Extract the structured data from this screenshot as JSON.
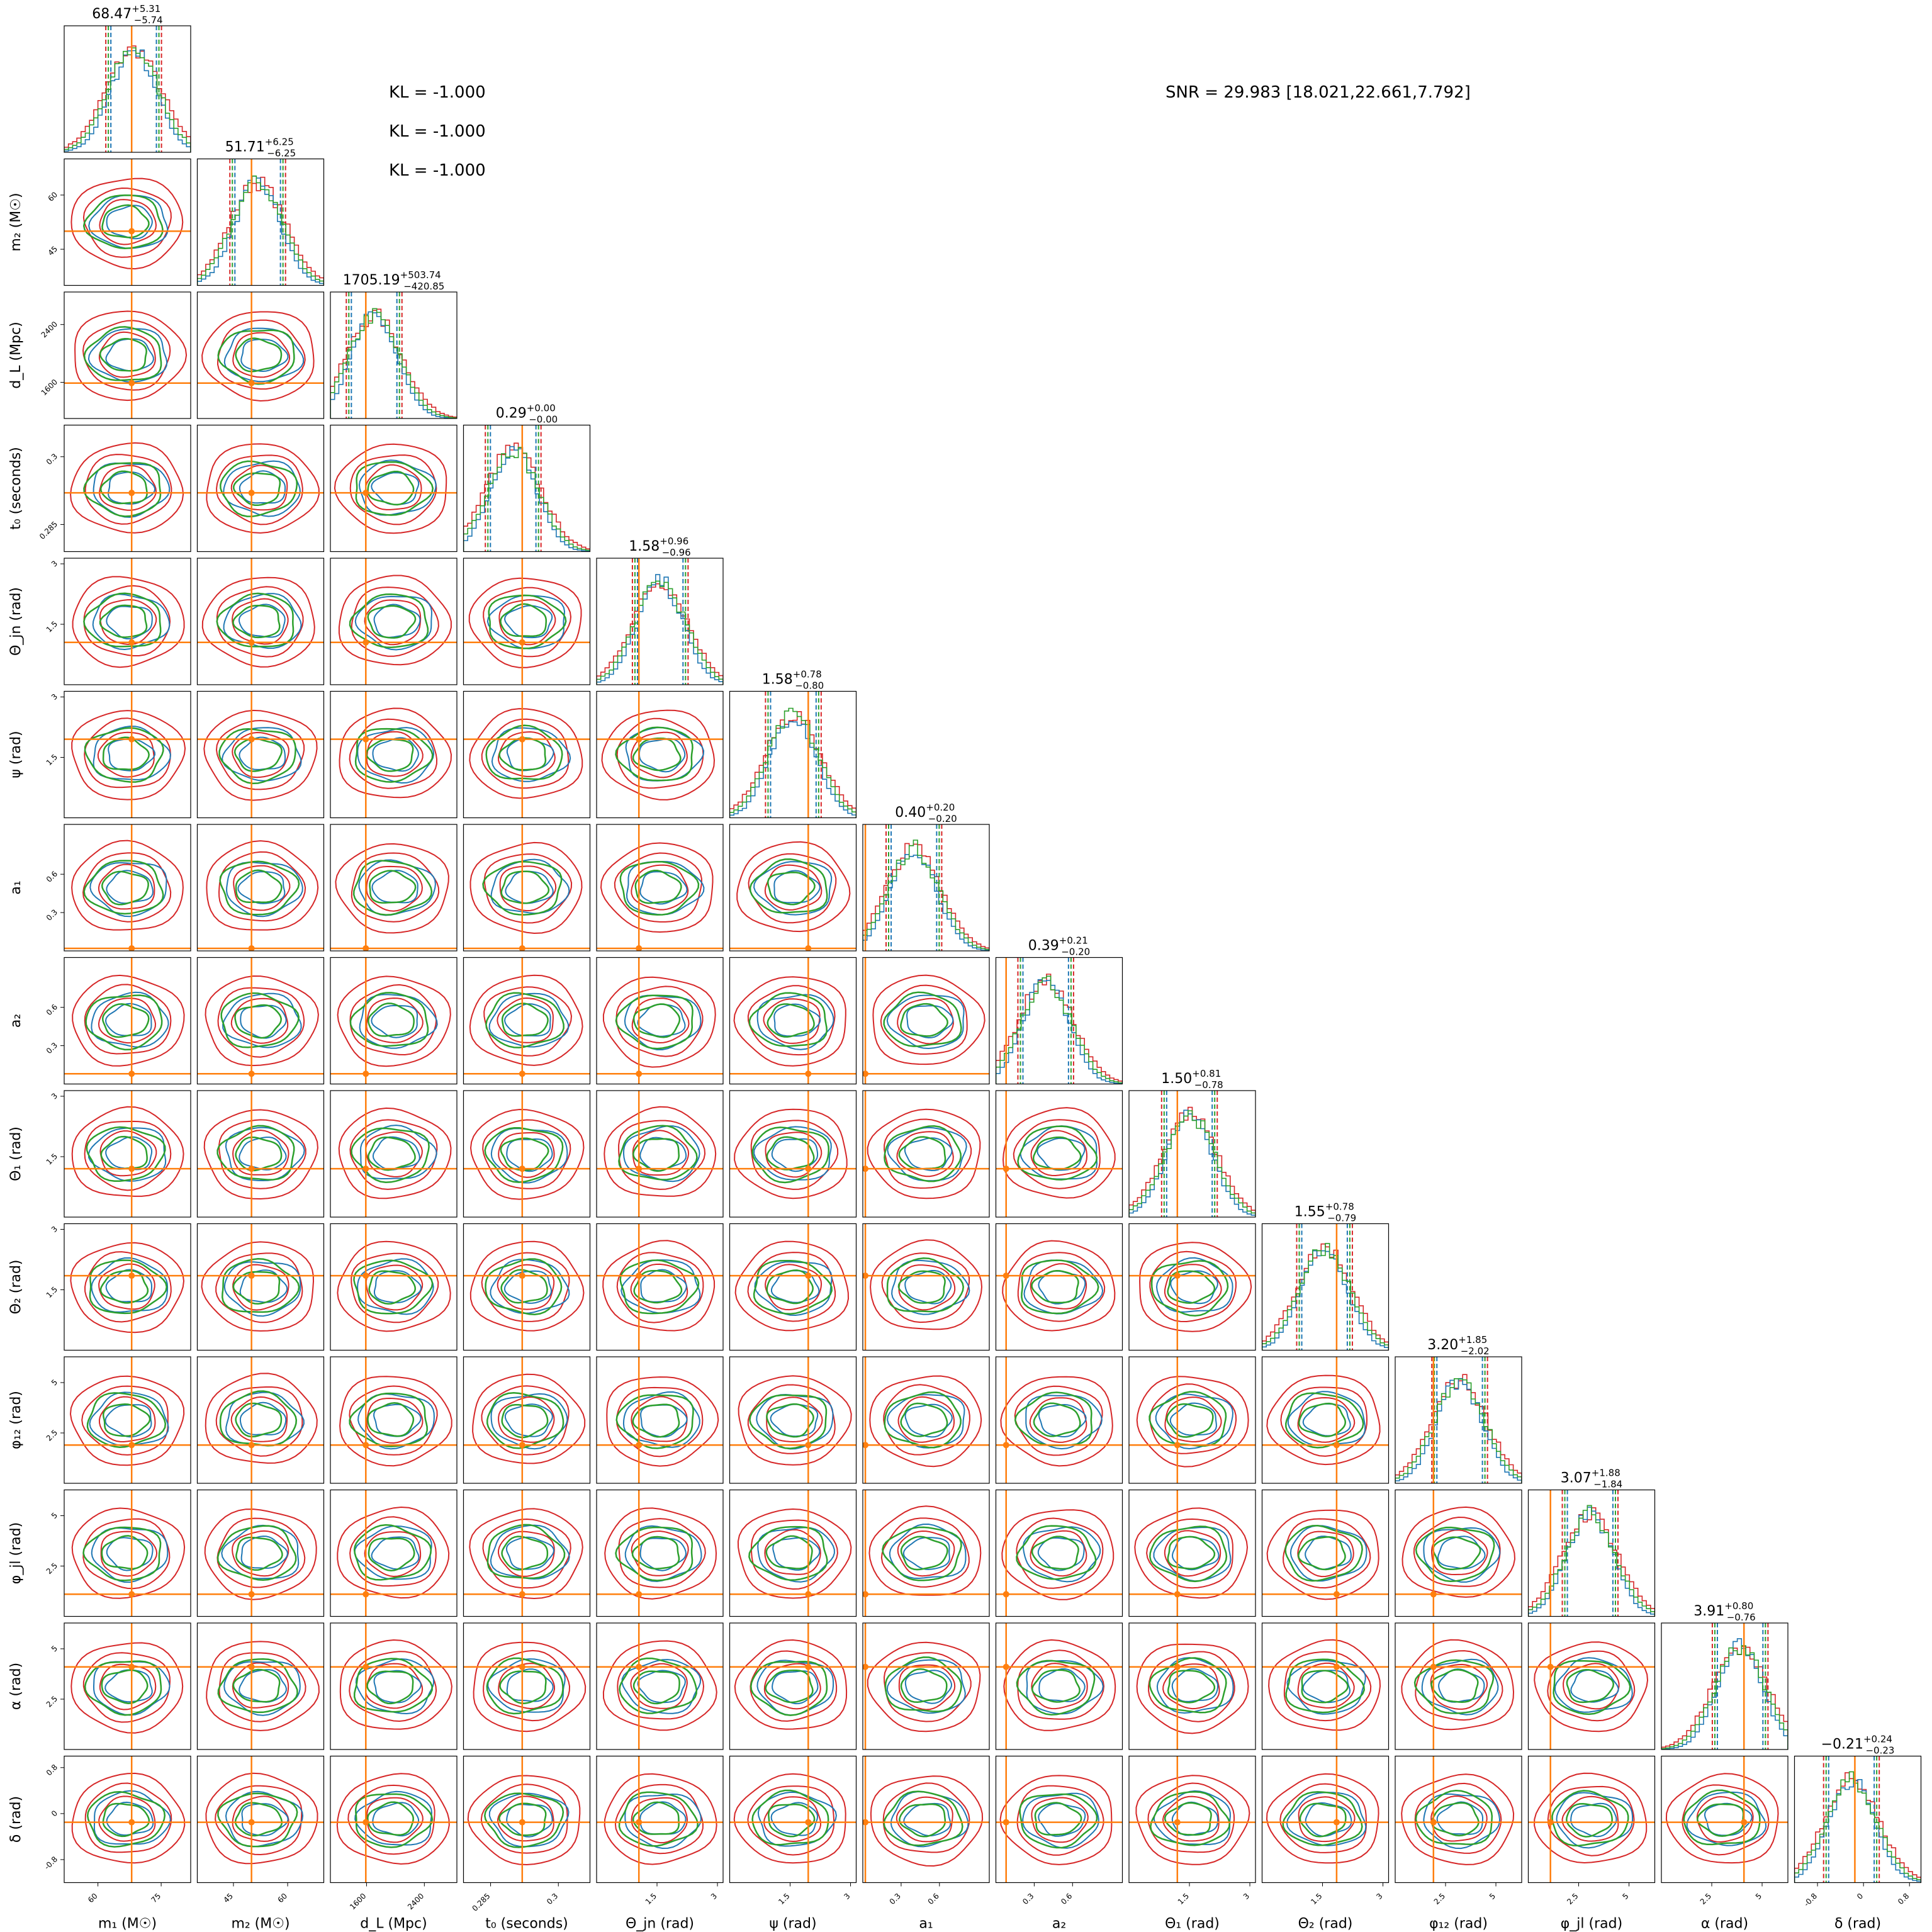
{
  "annotations": {
    "kl": [
      "KL = -1.000",
      "KL = -1.000",
      "KL = -1.000"
    ],
    "snr": "SNR = 29.983 [18.021,22.661,7.792]"
  },
  "colors": {
    "truth": "#ff7f0e",
    "run_a": "#1f77b4",
    "run_b": "#2ca02c",
    "run_c": "#d62728",
    "frame": "#000000"
  },
  "chart_data": {
    "type": "corner",
    "grid": false,
    "parameters": [
      {
        "label": "m1 (M☉)",
        "axis_label": "m₁ (M☉)",
        "range": [
          52,
          82
        ],
        "ticks": [
          60,
          75
        ],
        "truth": 68.0,
        "title": "68.47 +5.31/−5.74",
        "median": "68.47",
        "plus": "+5.31",
        "minus": "−5.74"
      },
      {
        "label": "m2 (M☉)",
        "axis_label": "m₂ (M☉)",
        "range": [
          35,
          70
        ],
        "ticks": [
          45,
          60
        ],
        "truth": 50.0,
        "title": "51.71 +6.25/−6.25",
        "median": "51.71",
        "plus": "+6.25",
        "minus": "−6.25"
      },
      {
        "label": "dL (Mpc)",
        "axis_label": "d_L (Mpc)",
        "range": [
          1100,
          2850
        ],
        "ticks": [
          1600,
          2400
        ],
        "truth": 1590,
        "title": "1705.19 +503.74/−420.85",
        "median": "1705.19",
        "plus": "+503.74",
        "minus": "−420.85"
      },
      {
        "label": "t0 (seconds)",
        "axis_label": "t₀ (seconds)",
        "range": [
          0.279,
          0.307
        ],
        "ticks": [
          0.285,
          0.3
        ],
        "truth": 0.292,
        "title": "0.29 +0.00/−0.00",
        "median": "0.29",
        "plus": "+0.00",
        "minus": "−0.00"
      },
      {
        "label": "Θjn (rad)",
        "axis_label": "Θ_jn (rad)",
        "range": [
          0,
          3.14
        ],
        "ticks": [
          1.5,
          3.0
        ],
        "truth": 1.05,
        "title": "1.58 +0.96/−0.96",
        "median": "1.58",
        "plus": "+0.96",
        "minus": "−0.96"
      },
      {
        "label": "ψ (rad)",
        "axis_label": "ψ (rad)",
        "range": [
          0,
          3.14
        ],
        "ticks": [
          1.5,
          3.0
        ],
        "truth": 1.95,
        "title": "1.58 +0.78/−0.80",
        "median": "1.58",
        "plus": "+0.78",
        "minus": "−0.80"
      },
      {
        "label": "a1",
        "axis_label": "a₁",
        "range": [
          0,
          0.99
        ],
        "ticks": [
          0.3,
          0.6
        ],
        "truth": 0.02,
        "title": "0.40 +0.20/−0.20",
        "median": "0.40",
        "plus": "+0.20",
        "minus": "−0.20"
      },
      {
        "label": "a2",
        "axis_label": "a₂",
        "range": [
          0,
          0.99
        ],
        "ticks": [
          0.3,
          0.6
        ],
        "truth": 0.08,
        "title": "0.39 +0.21/−0.20",
        "median": "0.39",
        "plus": "+0.21",
        "minus": "−0.20"
      },
      {
        "label": "Θ1 (rad)",
        "axis_label": "Θ₁ (rad)",
        "range": [
          0,
          3.14
        ],
        "ticks": [
          1.5,
          3.0
        ],
        "truth": 1.2,
        "title": "1.50 +0.81/−0.78",
        "median": "1.50",
        "plus": "+0.81",
        "minus": "−0.78"
      },
      {
        "label": "Θ2 (rad)",
        "axis_label": "Θ₂ (rad)",
        "range": [
          0,
          3.14
        ],
        "ticks": [
          1.5,
          3.0
        ],
        "truth": 1.85,
        "title": "1.55 +0.78/−0.79",
        "median": "1.55",
        "plus": "+0.78",
        "minus": "−0.79"
      },
      {
        "label": "φ12 (rad)",
        "axis_label": "φ₁₂ (rad)",
        "range": [
          0,
          6.28
        ],
        "ticks": [
          2.5,
          5.0
        ],
        "truth": 1.9,
        "title": "3.20 +1.85/−2.02",
        "median": "3.20",
        "plus": "+1.85",
        "minus": "−2.02"
      },
      {
        "label": "φjl (rad)",
        "axis_label": "φ_jl (rad)",
        "range": [
          0,
          6.28
        ],
        "ticks": [
          2.5,
          5.0
        ],
        "truth": 1.1,
        "title": "3.07 +1.88/−1.84",
        "median": "3.07",
        "plus": "+1.88",
        "minus": "−1.84"
      },
      {
        "label": "α (rad)",
        "axis_label": "α (rad)",
        "range": [
          0,
          6.28
        ],
        "ticks": [
          2.5,
          5.0
        ],
        "truth": 4.1,
        "title": "3.91 +0.80/−0.76",
        "median": "3.91",
        "plus": "+0.80",
        "minus": "−0.76"
      },
      {
        "label": "δ (rad)",
        "axis_label": "δ (rad)",
        "range": [
          -1.2,
          1.0
        ],
        "ticks": [
          -0.8,
          0.0,
          0.8
        ],
        "truth": -0.15,
        "title": "−0.21 +0.24/−0.23",
        "median": "−0.21",
        "plus": "+0.24",
        "minus": "−0.23"
      }
    ]
  }
}
